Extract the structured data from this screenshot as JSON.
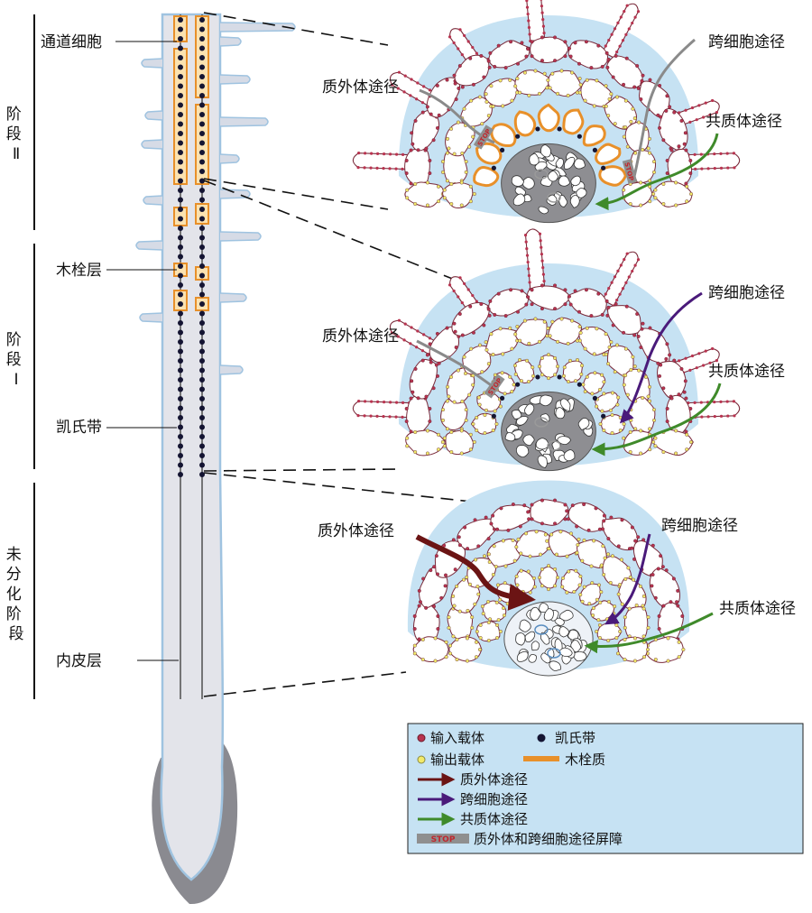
{
  "root": {
    "labels": {
      "passage_cell": "通道细胞",
      "suberin_layer": "木栓层",
      "casparian_strip": "凯氏带",
      "endodermis": "内皮层"
    },
    "stages": [
      {
        "id": "stage2",
        "text": "阶段Ⅱ",
        "chars": [
          "阶",
          "段",
          "Ⅱ"
        ]
      },
      {
        "id": "stage1",
        "text": "阶段Ⅰ",
        "chars": [
          "阶",
          "段",
          "Ⅰ"
        ]
      },
      {
        "id": "undiff",
        "text": "未分化阶段",
        "chars": [
          "未",
          "分",
          "化",
          "阶",
          "段"
        ]
      }
    ]
  },
  "sections": [
    {
      "id": "stage2",
      "pathways": [
        "跨细胞途径",
        "质外体途径",
        "共质体途径"
      ],
      "stop_labels": [
        "STOP",
        "STOP"
      ]
    },
    {
      "id": "stage1",
      "pathways": [
        "跨细胞途径",
        "质外体途径",
        "共质体途径"
      ],
      "stop_labels": [
        "STOP"
      ]
    },
    {
      "id": "undiff",
      "pathways": [
        "质外体途径",
        "跨细胞途径",
        "共质体途径"
      ],
      "stop_labels": []
    }
  ],
  "legend": {
    "items": [
      {
        "label": "输入载体",
        "icon": "red-dot-icon"
      },
      {
        "label": "凯氏带",
        "icon": "black-dot-icon"
      },
      {
        "label": "输出载体",
        "icon": "yellow-dot-icon"
      },
      {
        "label": "木栓质",
        "icon": "orange-bar-icon"
      },
      {
        "label": "质外体途径",
        "icon": "dark-red-arrow-icon"
      },
      {
        "label": "跨细胞途径",
        "icon": "purple-arrow-icon"
      },
      {
        "label": "共质体途径",
        "icon": "green-arrow-icon"
      },
      {
        "label": "质外体和跨细胞途径屏障",
        "icon": "stop-bar-icon"
      }
    ],
    "stop_text": "STOP"
  },
  "colors": {
    "apoplast": "#6b1414",
    "transcellular": "#4a1a7a",
    "symplast": "#3f8a2a",
    "suberin": "#e8902a",
    "input_carrier": "#b8334f",
    "output_carrier": "#f2ea6a",
    "casparian": "#141432",
    "root_fill": "#e3e4ea",
    "root_edge": "#9fc3e0",
    "legend_bg": "#c6e2f3",
    "stele": "#8e8e92",
    "cap": "#8a8a90"
  }
}
